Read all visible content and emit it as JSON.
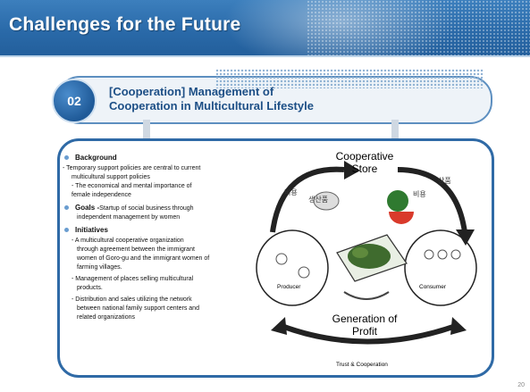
{
  "slide": {
    "title": "Challenges for the Future",
    "badge": "02",
    "pill_line1": "[Cooperation] Management of",
    "pill_line2": "Cooperation in Multicultural Lifestyle",
    "page_number": "20"
  },
  "content": {
    "background_head": "Background",
    "background_item1": "- Temporary support policies are central to current",
    "background_item1b": "multicultural support policies",
    "background_item2": "- The economical and mental importance of",
    "background_item2b": "female independence",
    "goals_head": "Goals -",
    "goals_text": "Startup of social business through",
    "goals_text2": "independent management by women",
    "initiatives_head": "Initiatives",
    "init1": "- A multicultural cooperative organization",
    "init1b": "through agreement between the immigrant",
    "init1c": "women of Goro-gu and the immigrant women of",
    "init1d": "farming villages.",
    "init2": "- Management of places selling multicultural",
    "init2b": "products.",
    "init3": "- Distribution and sales utilizing the network",
    "init3b": "between national family support centers and",
    "init3c": "related organizations"
  },
  "diagram": {
    "store_label_1": "Cooperative",
    "store_label_2": "Store",
    "producer": "Producer",
    "consumer": "Consumer",
    "generation_1": "Generation of",
    "generation_2": "Profit",
    "trust": "Trust & Cooperation",
    "korean_cost": "비용",
    "korean_product": "상품",
    "korean_goods": "생산품",
    "korean_cost2": "비용"
  },
  "colors": {
    "header_blue": "#2a6aa9",
    "accent_border": "#2f6aa6",
    "title_text": "#ffffff",
    "pill_text": "#1d4f86"
  }
}
